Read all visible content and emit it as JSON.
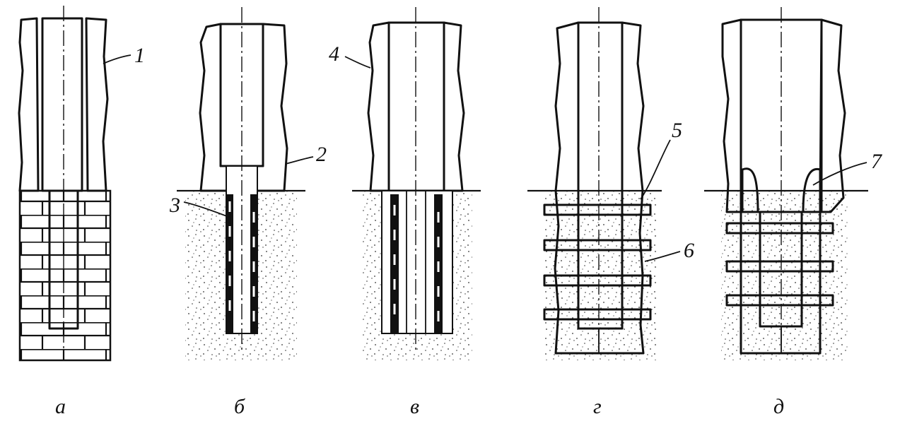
{
  "figure": {
    "callouts": [
      "1",
      "2",
      "3",
      "4",
      "5",
      "6",
      "7"
    ],
    "captions": [
      "а",
      "б",
      "в",
      "г",
      "д"
    ]
  },
  "fills": {
    "insulation_pattern": "crosshatch",
    "ground_pattern": "stipple",
    "brick_pattern": "brick",
    "ink": "#111111",
    "paper": "#ffffff"
  }
}
